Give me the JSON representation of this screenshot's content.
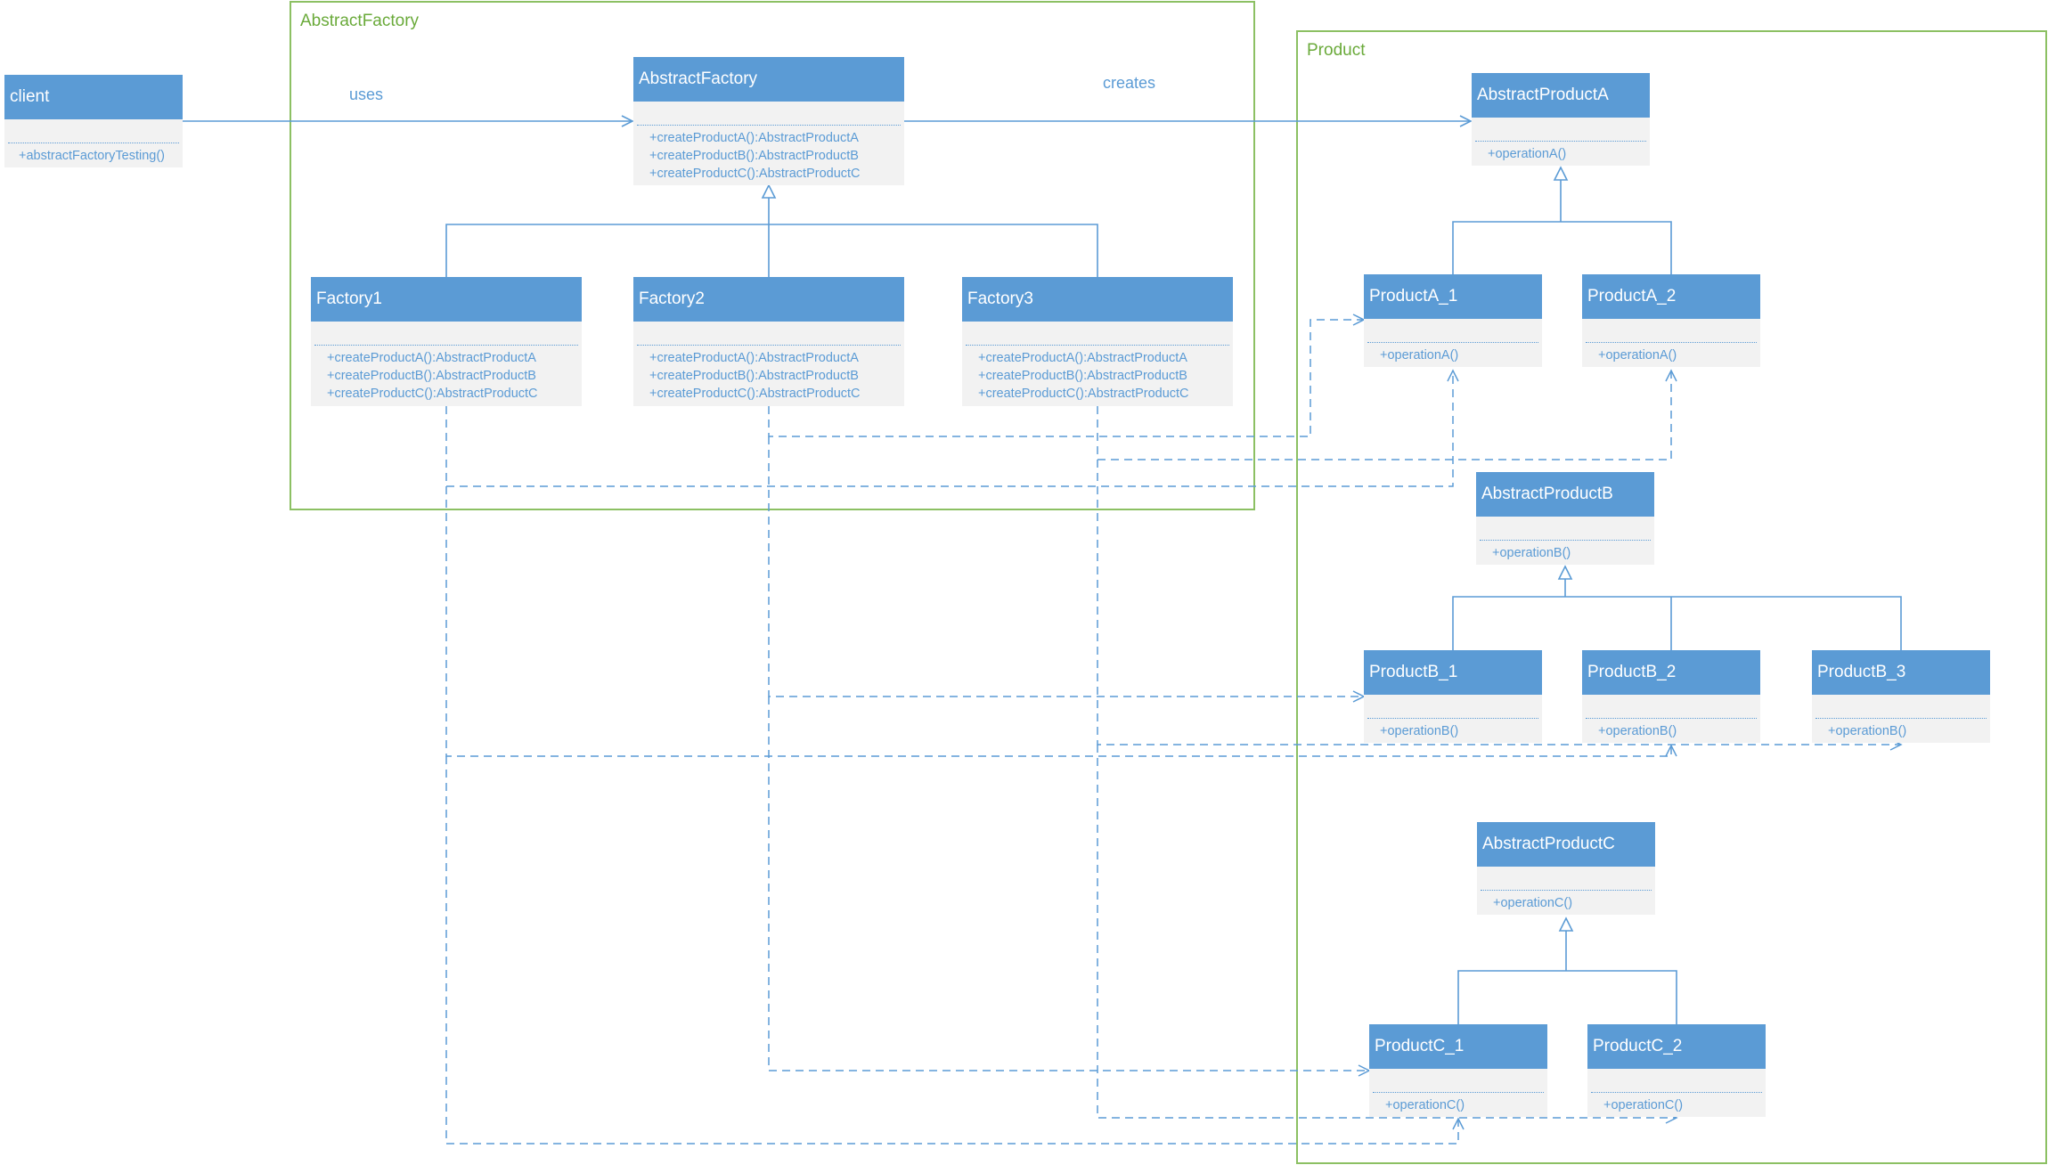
{
  "groups": {
    "factory": {
      "title": "AbstractFactory"
    },
    "product": {
      "title": "Product"
    }
  },
  "edges": {
    "uses": "uses",
    "creates": "creates"
  },
  "classes": {
    "client": {
      "name": "client",
      "ops": [
        "+abstractFactoryTesting()"
      ]
    },
    "abstract_factory": {
      "name": "AbstractFactory",
      "ops": [
        "+createProductA():AbstractProductA",
        "+createProductB():AbstractProductB",
        "+createProductC():AbstractProductC"
      ]
    },
    "factory1": {
      "name": "Factory1",
      "ops": [
        "+createProductA():AbstractProductA",
        "+createProductB():AbstractProductB",
        "+createProductC():AbstractProductC"
      ]
    },
    "factory2": {
      "name": "Factory2",
      "ops": [
        "+createProductA():AbstractProductA",
        "+createProductB():AbstractProductB",
        "+createProductC():AbstractProductC"
      ]
    },
    "factory3": {
      "name": "Factory3",
      "ops": [
        "+createProductA():AbstractProductA",
        "+createProductB():AbstractProductB",
        "+createProductC():AbstractProductC"
      ]
    },
    "abstract_product_a": {
      "name": "AbstractProductA",
      "ops": [
        "+operationA()"
      ]
    },
    "product_a1": {
      "name": "ProductA_1",
      "ops": [
        "+operationA()"
      ]
    },
    "product_a2": {
      "name": "ProductA_2",
      "ops": [
        "+operationA()"
      ]
    },
    "abstract_product_b": {
      "name": "AbstractProductB",
      "ops": [
        "+operationB()"
      ]
    },
    "product_b1": {
      "name": "ProductB_1",
      "ops": [
        "+operationB()"
      ]
    },
    "product_b2": {
      "name": "ProductB_2",
      "ops": [
        "+operationB()"
      ]
    },
    "product_b3": {
      "name": "ProductB_3",
      "ops": [
        "+operationB()"
      ]
    },
    "abstract_product_c": {
      "name": "AbstractProductC",
      "ops": [
        "+operationC()"
      ]
    },
    "product_c1": {
      "name": "ProductC_1",
      "ops": [
        "+operationC()"
      ]
    },
    "product_c2": {
      "name": "ProductC_2",
      "ops": [
        "+operationC()"
      ]
    }
  },
  "colors": {
    "header": "#5b9bd5",
    "body": "#f2f2f2",
    "line": "#5b9bd5",
    "group_border": "#8cc063",
    "group_title": "#6aaa3a"
  }
}
